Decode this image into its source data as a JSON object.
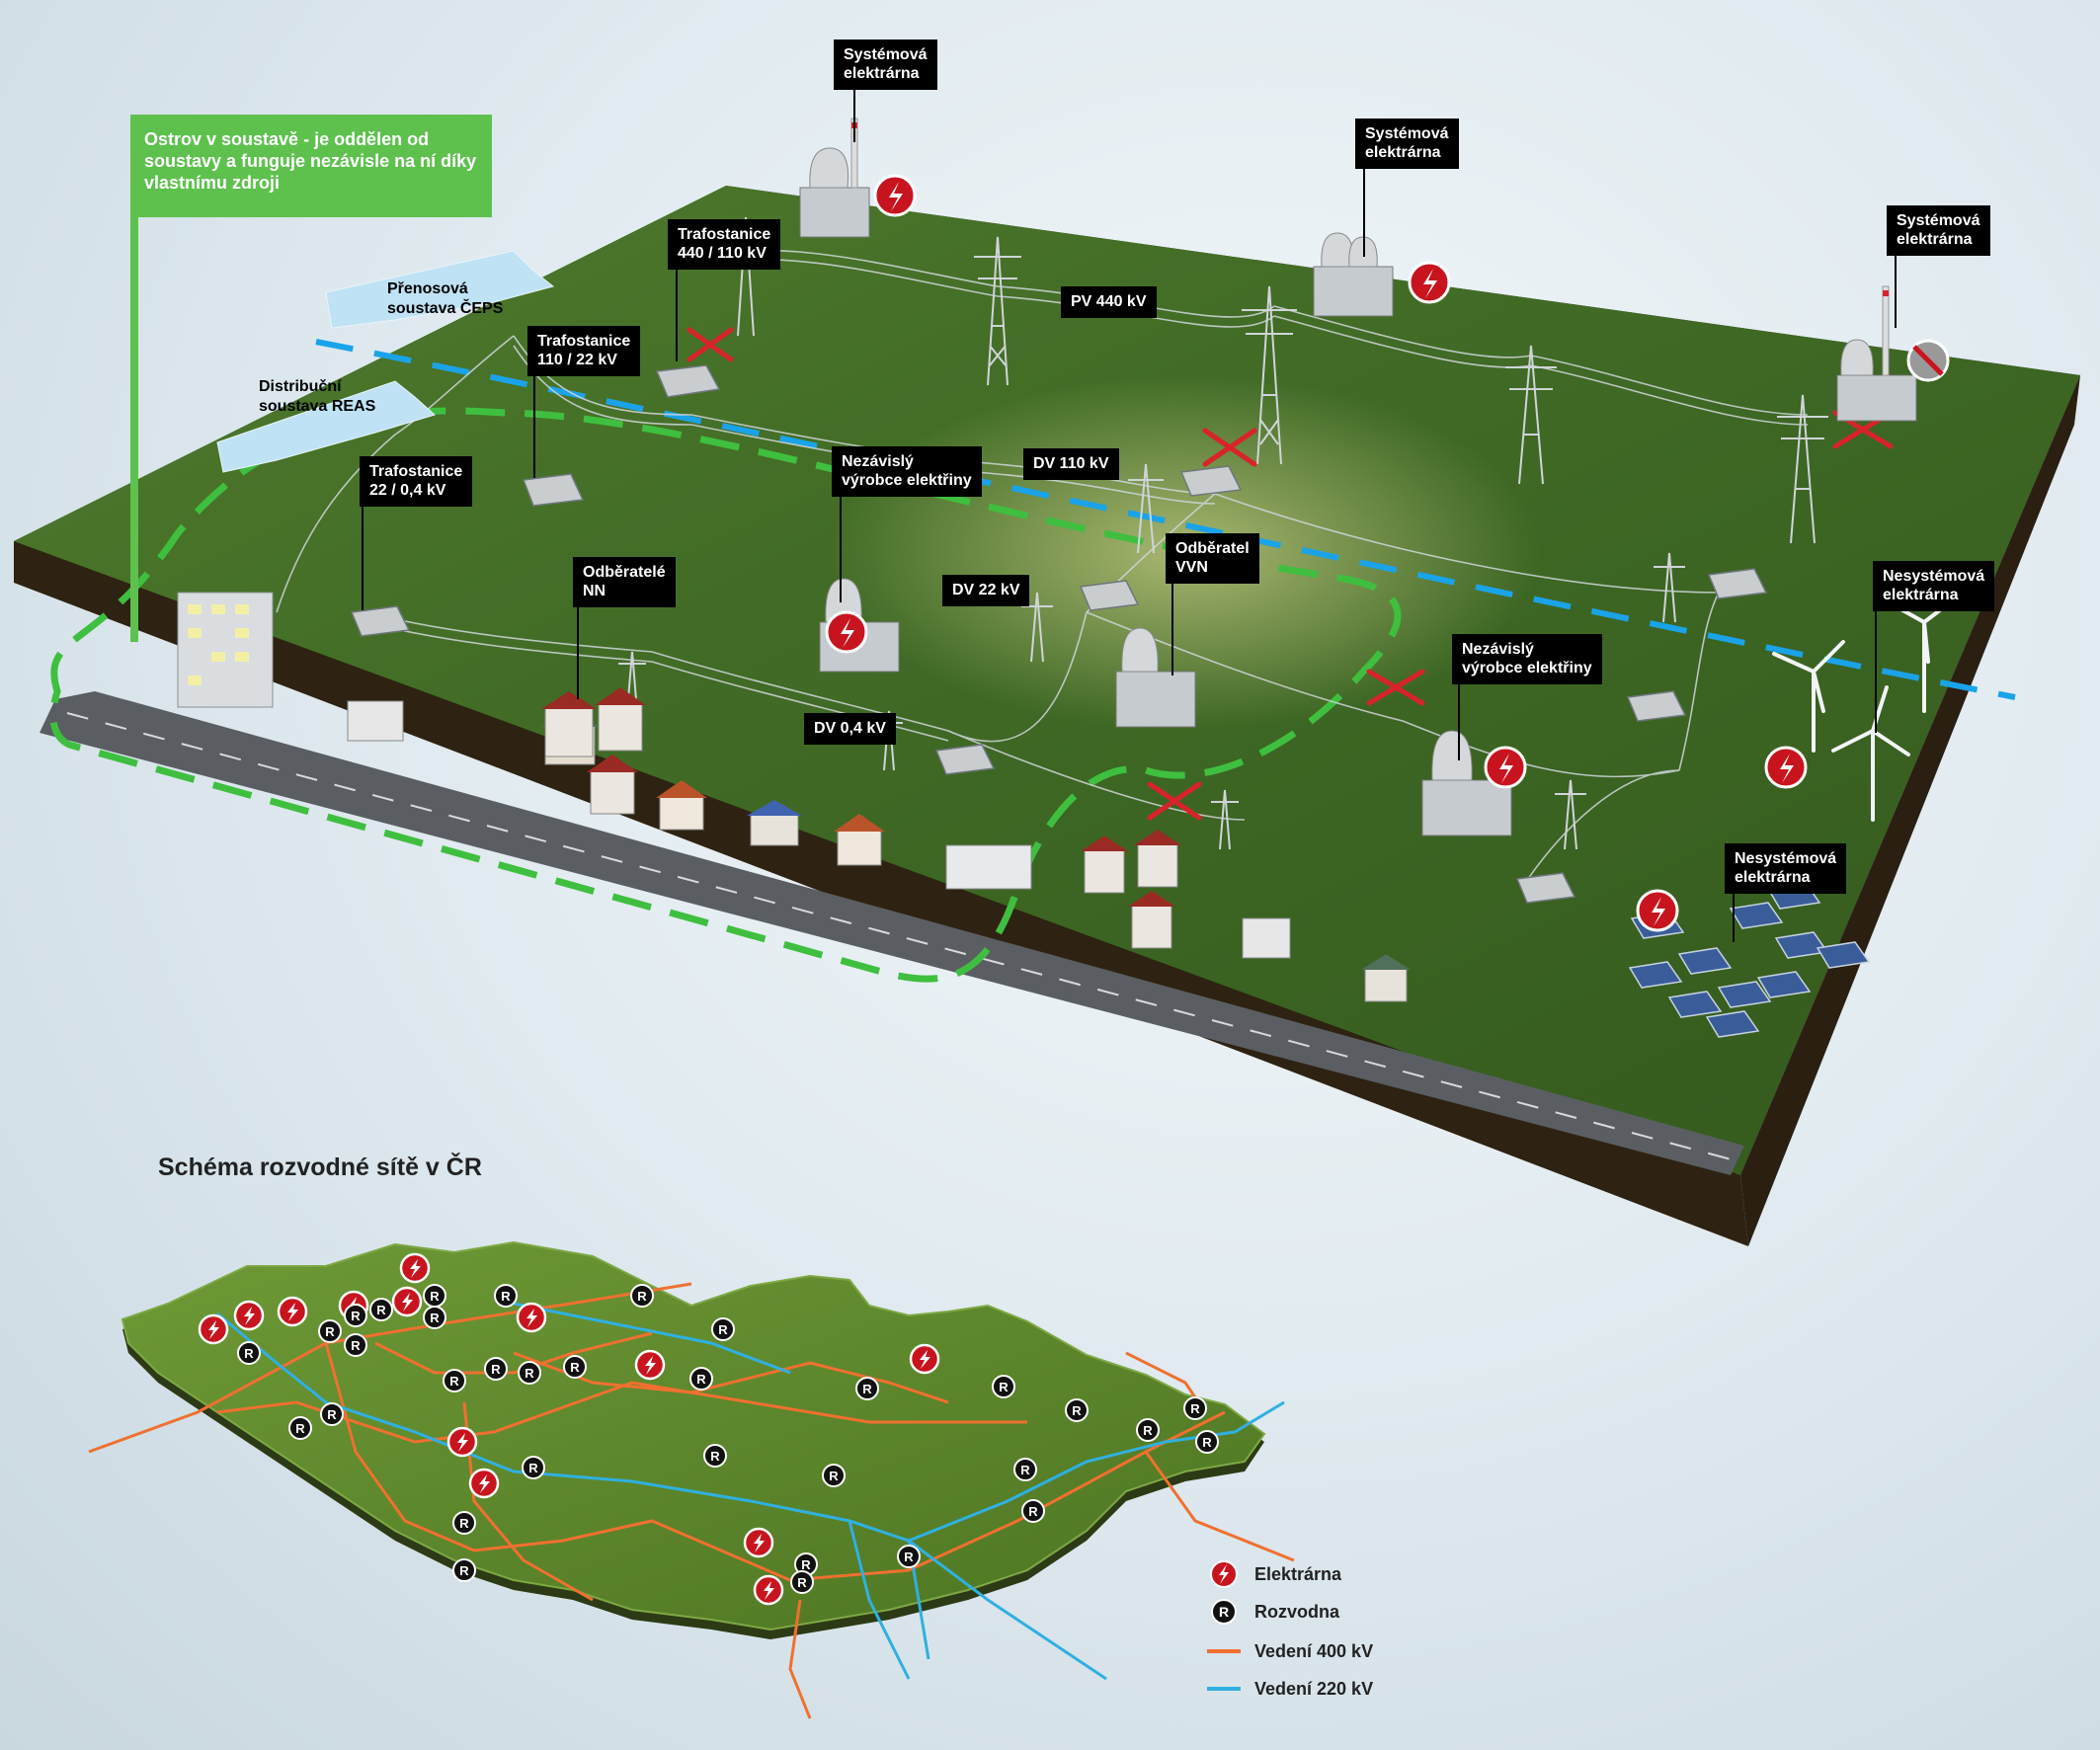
{
  "island_note": "Ostrov v soustavě - je oddělen od soustavy a funguje nezávisle na ní díky vlastnímu zdroji",
  "arrow_transmission": "Přenosová\nsoustava ČEPS",
  "arrow_distribution": "Distribuční\nsoustava REAS",
  "labels": {
    "system_plant_1": "Systémová\nelektrárna",
    "system_plant_2": "Systémová\nelektrárna",
    "system_plant_3": "Systémová\nelektrárna",
    "substation_440_110": "Trafostanice\n440 / 110 kV",
    "substation_110_22": "Trafostanice\n110 / 22 kV",
    "substation_22_04": "Trafostanice\n22 / 0,4 kV",
    "independent_producer_1": "Nezávislý\nvýrobce elektřiny",
    "independent_producer_2": "Nezávislý\nvýrobce elektřiny",
    "consumers_nn": "Odběratelé\nNN",
    "consumer_vvn": "Odběratel\nVVN",
    "nonsystem_plant_wind": "Nesystémová\nelektrárna",
    "nonsystem_plant_solar": "Nesystémová\nelektrárna",
    "line_pv440": "PV 440 kV",
    "line_dv110": "DV 110 kV",
    "line_dv22": "DV 22 kV",
    "line_dv04": "DV 0,4 kV"
  },
  "map_title": "Schéma rozvodné sítě v ČR",
  "legend": {
    "power_plant": "Elektrárna",
    "substation": "Rozvodna",
    "line_400": "Vedení 400 kV",
    "line_220": "Vedení 220 kV"
  },
  "colors": {
    "grass": "#3f6a24",
    "island_border": "#3fbf3f",
    "transmission_line": "#1aa3e8",
    "line_400": "#f07030",
    "line_220": "#30b0e0",
    "power_plant_icon": "#c8141e",
    "substation_icon": "#111111"
  },
  "map_substation_symbol": "R"
}
